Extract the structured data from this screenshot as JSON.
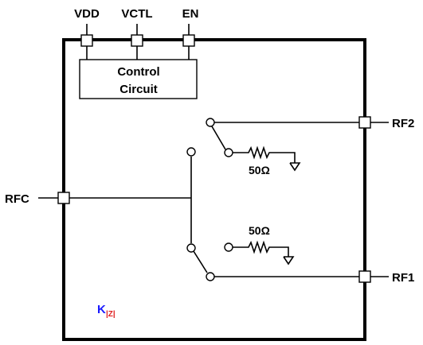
{
  "pins": {
    "vdd": "VDD",
    "vctl": "VCTL",
    "en": "EN",
    "rfc": "RFC",
    "rf1": "RF1",
    "rf2": "RF2"
  },
  "control": {
    "line1": "Control",
    "line2": "Circuit"
  },
  "terminations": {
    "upper": "50Ω",
    "lower": "50Ω"
  },
  "logo": {
    "k": "K",
    "z": "|Z|",
    "k_color": "#1a1aff",
    "z_color": "#e02020"
  }
}
